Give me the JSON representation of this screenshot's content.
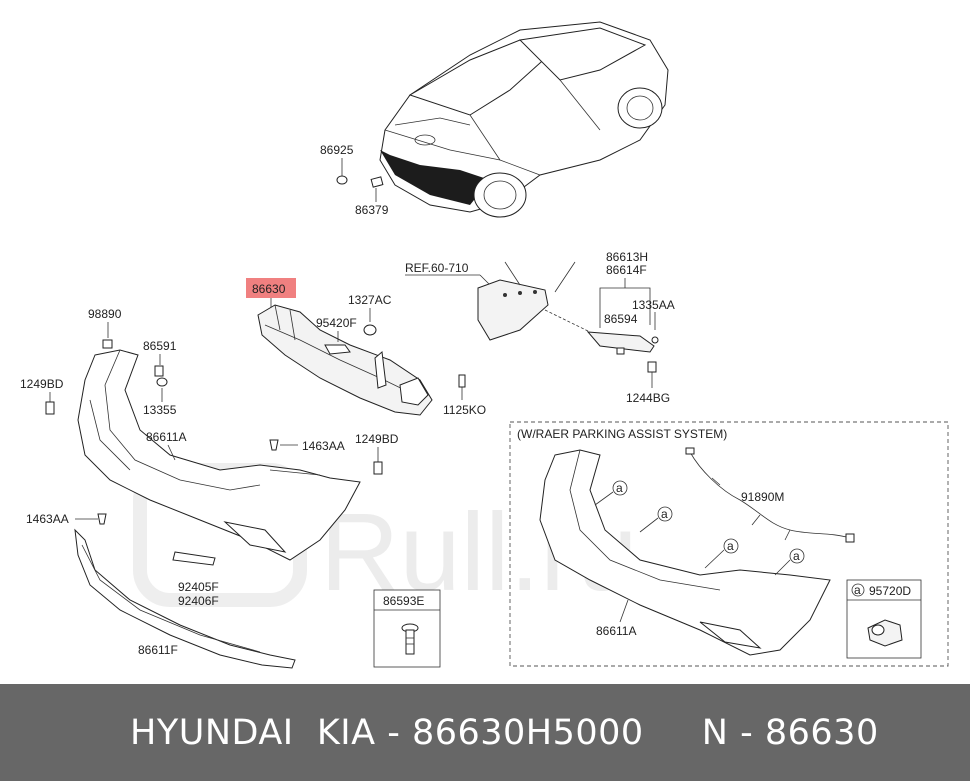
{
  "labels": {
    "p86925": "86925",
    "p86379": "86379",
    "p86630": "86630",
    "p1327ac": "1327AC",
    "p95420f": "95420F",
    "p98890": "98890",
    "p86591": "86591",
    "p13355": "13355",
    "p1249bd_left": "1249BD",
    "p86611a": "86611A",
    "p1463aa_mid": "1463AA",
    "p1249bd_mid": "1249BD",
    "p1125ko": "1125KO",
    "p1463aa_left": "1463AA",
    "p92405f": "92405F",
    "p92406f": "92406F",
    "p86611f": "86611F",
    "p86593e": "86593E",
    "ref": "REF.60-710",
    "p86613h": "86613H",
    "p86614f": "86614F",
    "p1335aa": "1335AA",
    "p86594": "86594",
    "p1244bg": "1244BG",
    "pas_title": "(W/RAER PARKING ASSIST SYSTEM)",
    "p91890m": "91890M",
    "p86611a_pas": "86611A",
    "p95720d": "95720D",
    "callout_a": "a"
  },
  "watermark": "Rull.ru",
  "colors": {
    "highlight": "#f08080",
    "footer_bg": "#676767",
    "footer_text": "#ffffff"
  },
  "footer": {
    "text": "HYUNDAI  KIA - 86630H5000     N - 86630"
  }
}
